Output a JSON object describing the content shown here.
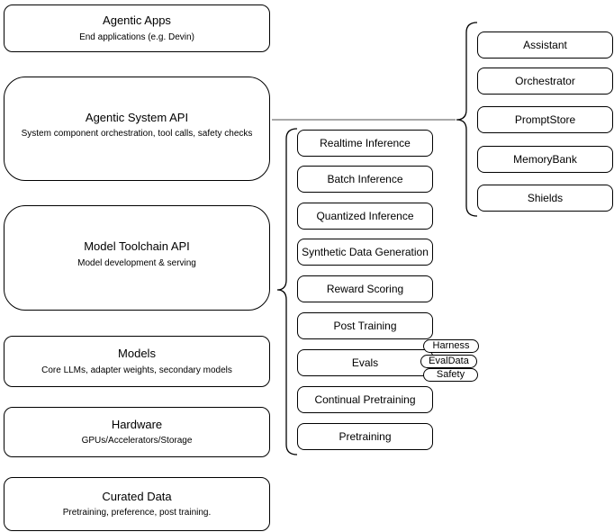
{
  "diagram": {
    "layers": [
      {
        "title": "Agentic Apps",
        "subtitle": "End applications (e.g. Devin)"
      },
      {
        "title": "Agentic System API",
        "subtitle": "System component orchestration, tool calls, safety checks"
      },
      {
        "title": "Model Toolchain API",
        "subtitle": "Model development & serving"
      },
      {
        "title": "Models",
        "subtitle": "Core LLMs, adapter weights, secondary models"
      },
      {
        "title": "Hardware",
        "subtitle": "GPUs/Accelerators/Storage"
      },
      {
        "title": "Curated Data",
        "subtitle": "Pretraining, preference, post training."
      }
    ],
    "toolchain_services": {
      "items": [
        "Realtime Inference",
        "Batch Inference",
        "Quantized Inference",
        "Synthetic Data Generation",
        "Reward Scoring",
        "Post Training",
        "Evals",
        "Continual Pretraining",
        "Pretraining"
      ]
    },
    "eval_tags": [
      "Harness",
      "EvalData",
      "Safety"
    ],
    "system_components": {
      "items": [
        "Assistant",
        "Orchestrator",
        "PromptStore",
        "MemoryBank",
        "Shields"
      ]
    },
    "colors": {
      "stroke": "#000000",
      "fill": "#ffffff",
      "connector": "#8c8c8c",
      "text": "#000000"
    }
  }
}
